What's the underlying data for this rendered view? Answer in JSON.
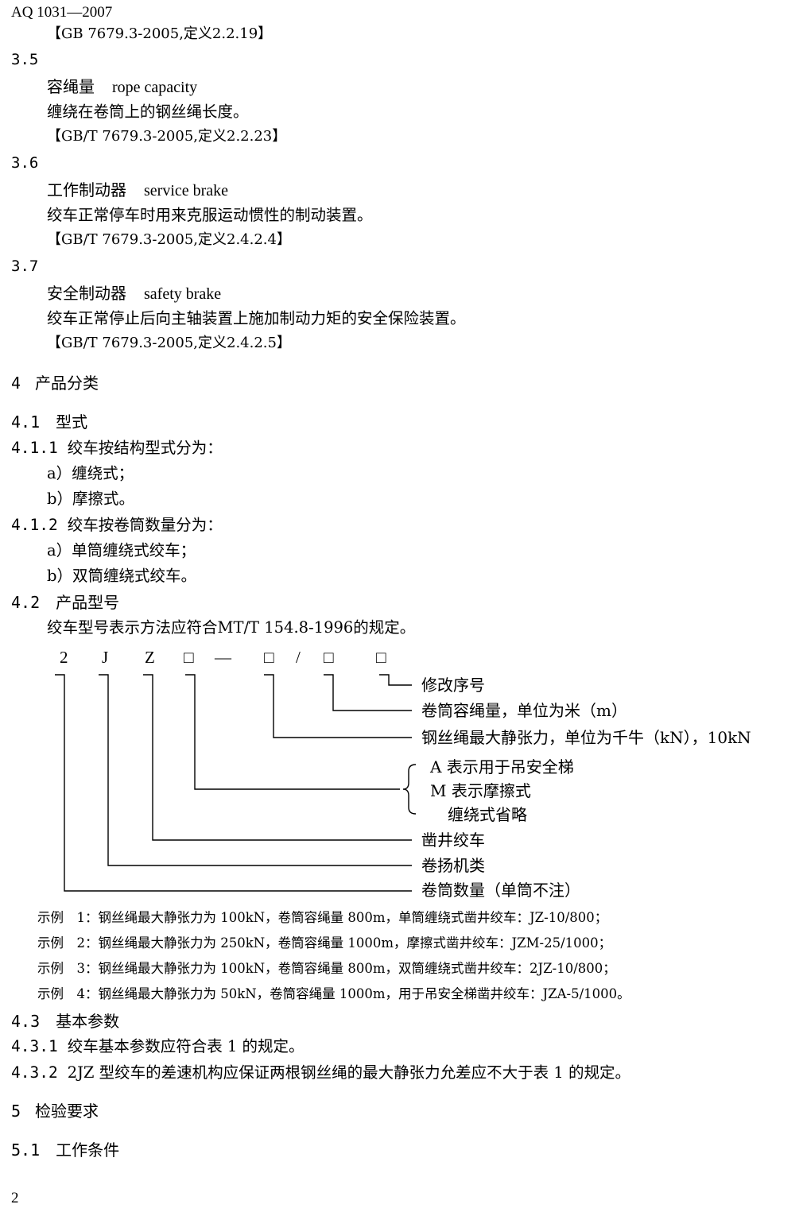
{
  "header": {
    "standard_no": "AQ 1031—2007"
  },
  "top_ref": "【GB 7679.3-2005,定义2.2.19】",
  "terms": [
    {
      "num": "3.5",
      "zh": "容绳量",
      "en": "rope capacity",
      "def": "缠绕在卷筒上的钢丝绳长度。",
      "ref": "【GB/T 7679.3-2005,定义2.2.23】"
    },
    {
      "num": "3.6",
      "zh": "工作制动器",
      "en": "service brake",
      "def": "绞车正常停车时用来克服运动惯性的制动装置。",
      "ref": "【GB/T 7679.3-2005,定义2.4.2.4】"
    },
    {
      "num": "3.7",
      "zh": "安全制动器",
      "en": "safety brake",
      "def": "绞车正常停止后向主轴装置上施加制动力矩的安全保险装置。",
      "ref": "【GB/T 7679.3-2005,定义2.4.2.5】"
    }
  ],
  "section4": {
    "num": "4",
    "title": "产品分类",
    "s41": {
      "num": "4.1",
      "title": "型式"
    },
    "c411": {
      "num": "4.1.1",
      "text": "绞车按结构型式分为：",
      "items": [
        "a）缠绕式；",
        "b）摩擦式。"
      ]
    },
    "c412": {
      "num": "4.1.2",
      "text": "绞车按卷筒数量分为：",
      "items": [
        "a）单筒缠绕式绞车；",
        "b）双筒缠绕式绞车。"
      ]
    },
    "s42": {
      "num": "4.2",
      "title": "产品型号",
      "text": "绞车型号表示方法应符合MT/T 154.8-1996的规定。"
    },
    "model_code": [
      "2",
      "J",
      "Z",
      "□",
      "—",
      "□",
      "/",
      "□",
      "□"
    ],
    "model_labels": {
      "revision": "修改序号",
      "capacity": "卷筒容绳量，单位为米（m）",
      "tension": "钢丝绳最大静张力，单位为千牛（kN），10kN",
      "type_a": "A 表示用于吊安全梯",
      "type_m": "M 表示摩擦式",
      "type_omit": "缠绕式省略",
      "shaft": "凿井绞车",
      "hoist": "卷扬机类",
      "drums": "卷筒数量（单筒不注）"
    },
    "examples": [
      "示例　1：钢丝绳最大静张力为 100kN，卷筒容绳量 800m，单筒缠绕式凿井绞车：JZ-10/800；",
      "示例　2：钢丝绳最大静张力为 250kN，卷筒容绳量 1000m，摩擦式凿井绞车：JZM-25/1000；",
      "示例　3：钢丝绳最大静张力为 100kN，卷筒容绳量 800m，双筒缠绕式凿井绞车：2JZ-10/800；",
      "示例　4：钢丝绳最大静张力为 50kN，卷筒容绳量 1000m，用于吊安全梯凿井绞车：JZA-5/1000。"
    ],
    "s43": {
      "num": "4.3",
      "title": "基本参数"
    },
    "c431": {
      "num": "4.3.1",
      "text": "绞车基本参数应符合表 1 的规定。"
    },
    "c432": {
      "num": "4.3.2",
      "text": "2JZ 型绞车的差速机构应保证两根钢丝绳的最大静张力允差应不大于表 1 的规定。"
    }
  },
  "section5": {
    "num": "5",
    "title": "检验要求",
    "s51": {
      "num": "5.1",
      "title": "工作条件"
    }
  },
  "page_number": "2"
}
